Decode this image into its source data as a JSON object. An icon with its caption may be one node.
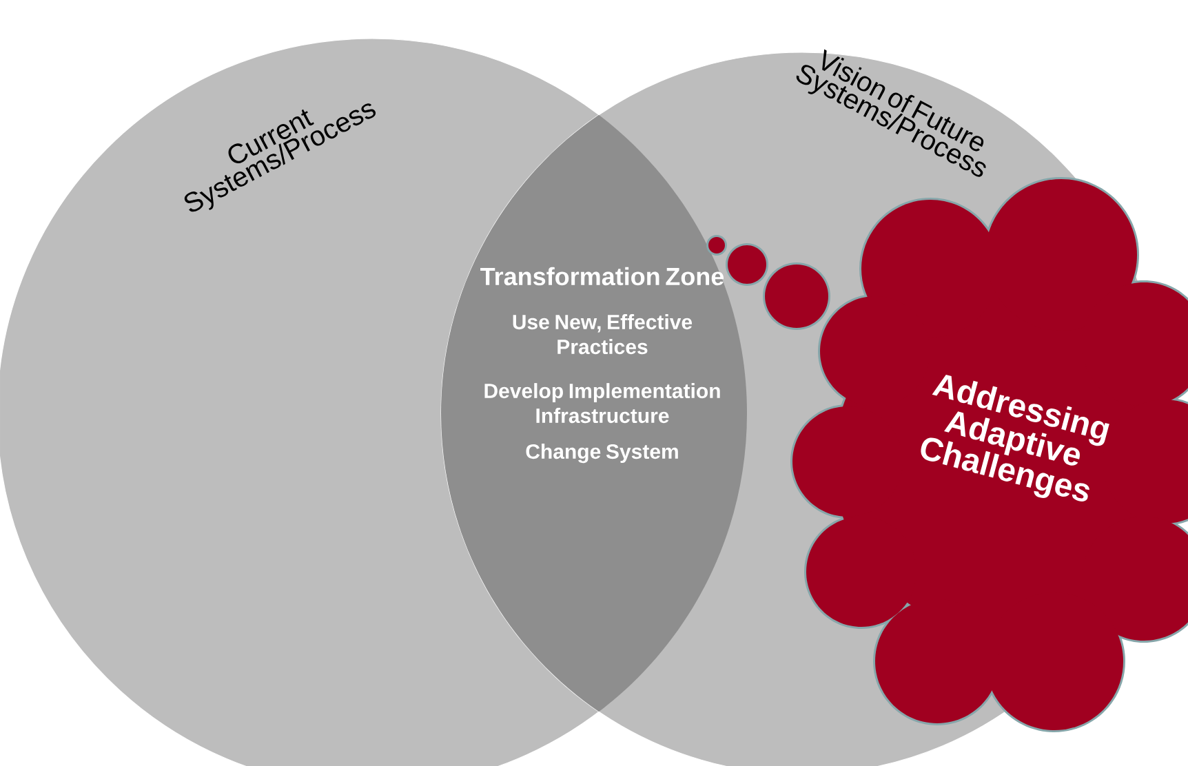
{
  "diagram": {
    "nodes": [
      {
        "text": [
          "Current Systems/Process"
        ]
      },
      {
        "text": [
          "Vision of Future Systems/Process"
        ]
      },
      {
        "text": [
          "Transformation Zone",
          "Use New, Effective Practices",
          "Develop Implementation Infrastructure",
          "Change System"
        ]
      },
      {
        "text": [
          "Addressing Adaptive Challenges"
        ]
      }
    ]
  }
}
